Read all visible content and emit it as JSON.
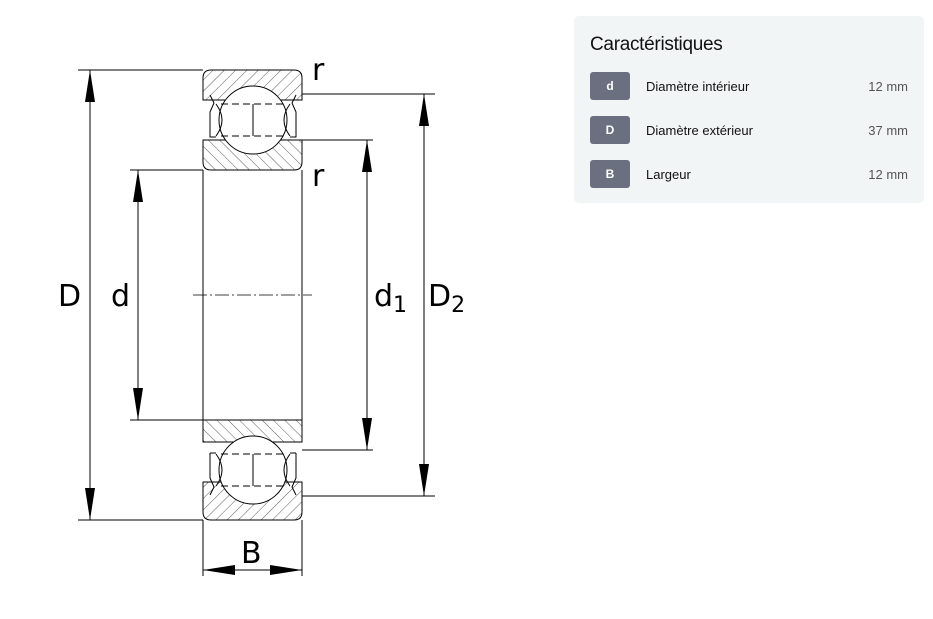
{
  "diagram": {
    "labels": {
      "D": "D",
      "d": "d",
      "d1_main": "d",
      "d1_sub": "1",
      "D2_main": "D",
      "D2_sub": "2",
      "r_top": "r",
      "r_bottom": "r",
      "B": "B"
    }
  },
  "panel": {
    "title": "Caractéristiques",
    "rows": [
      {
        "symbol": "d",
        "name": "Diamètre intérieur",
        "value": "12 mm"
      },
      {
        "symbol": "D",
        "name": "Diamètre extérieur",
        "value": "37 mm"
      },
      {
        "symbol": "B",
        "name": "Largeur",
        "value": "12 mm"
      }
    ]
  }
}
